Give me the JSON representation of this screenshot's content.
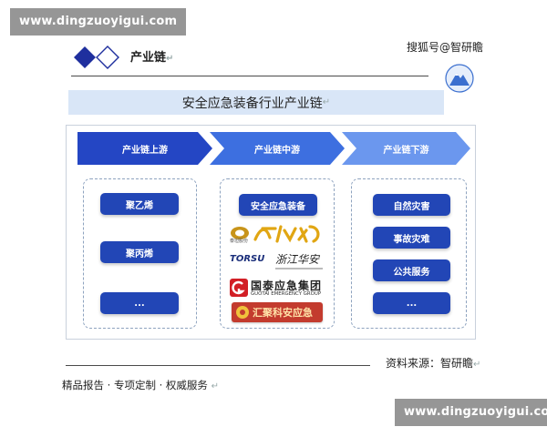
{
  "watermarks": {
    "top": "www.dingzuoyigui.com",
    "bottom": "www.dingzuoyigui.com"
  },
  "header": {
    "section_title": "产业链",
    "source_top": "搜狐号@智研瞻"
  },
  "title_bar": "安全应急装备行业产业链",
  "chain": {
    "stages": [
      {
        "label": "产业链上游",
        "color": "#2446c4"
      },
      {
        "label": "产业链中游",
        "color": "#3d6fe0"
      },
      {
        "label": "产业链下游",
        "color": "#6b97ee"
      }
    ],
    "upstream": [
      "聚乙烯",
      "聚丙烯",
      "..."
    ],
    "midstream": {
      "header": "安全应急装备",
      "companies": [
        "泰坦股份",
        "TORSU",
        "浙江华安",
        "国泰应急集团",
        "GUOTAI EMERGENCY GROUP",
        "汇聚科安应急"
      ]
    },
    "downstream": [
      "自然灾害",
      "事故灾难",
      "公共服务",
      "..."
    ]
  },
  "footer": {
    "source_bottom": "资料来源：智研瞻",
    "tagline": "精品报告 · 专项定制 · 权威服务"
  },
  "colors": {
    "pill": "#2246b6",
    "title_bar_bg": "#d9e6f7",
    "border": "#c9d1dc"
  },
  "icons": [
    "diamond-logo-icon",
    "mountain-logo-icon",
    "return-mark-icon"
  ]
}
